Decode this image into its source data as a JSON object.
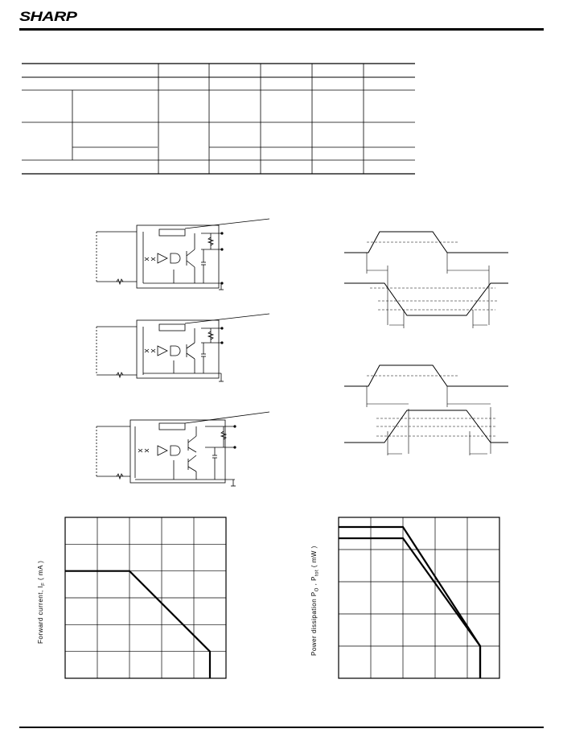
{
  "header": {
    "logo_text": "SHARP"
  },
  "charts": [
    {
      "ylabel_main": "Forward current, I",
      "ylabel_sub": "F",
      "ylabel_unit": " ( mA )"
    },
    {
      "ylabel_main": "Power dissipation P",
      "ylabel_sub1": "O",
      "ylabel_mid": " , P",
      "ylabel_sub2": "tot",
      "ylabel_unit": " ( mW )"
    }
  ],
  "chart_data": [
    {
      "type": "line",
      "ylabel": "Forward current, IF ( mA )",
      "grid": true,
      "series": [
        {
          "points": [
            [
              0,
              4
            ],
            [
              2,
              4
            ],
            [
              4.5,
              1
            ],
            [
              4.5,
              0
            ]
          ]
        }
      ],
      "xlim": [
        0,
        5
      ],
      "ylim": [
        0,
        6
      ]
    },
    {
      "type": "line",
      "ylabel": "Power dissipation PO , Ptot ( mW )",
      "grid": true,
      "series": [
        {
          "points": [
            [
              0,
              4.7
            ],
            [
              2,
              4.7
            ],
            [
              4.4,
              1
            ],
            [
              4.4,
              0
            ]
          ]
        },
        {
          "points": [
            [
              0,
              4.35
            ],
            [
              2,
              4.35
            ],
            [
              4.4,
              1
            ],
            [
              4.4,
              0
            ]
          ]
        }
      ],
      "xlim": [
        0,
        5
      ],
      "ylim": [
        0,
        5
      ]
    }
  ]
}
